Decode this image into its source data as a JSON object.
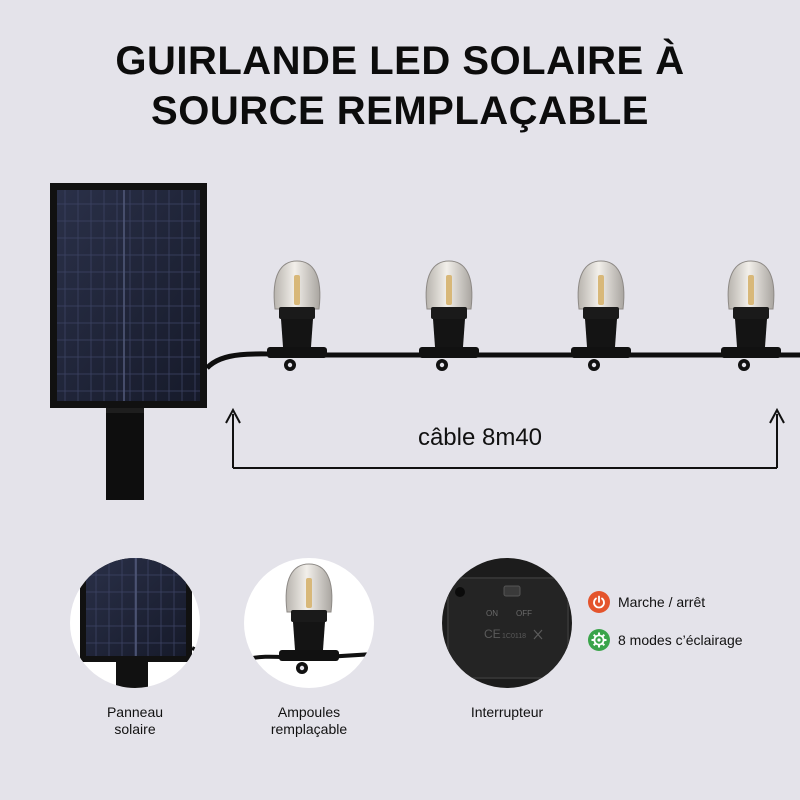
{
  "title": {
    "line1": "GUIRLANDE LED SOLAIRE À",
    "line2": "SOURCE REMPLAÇABLE"
  },
  "cable": {
    "label": "câble 8m40"
  },
  "details": [
    {
      "caption_line1": "Panneau",
      "caption_line2": "solaire"
    },
    {
      "caption_line1": "Ampoules",
      "caption_line2": "remplaçable"
    },
    {
      "caption_line1": "Interrupteur",
      "caption_line2": ""
    }
  ],
  "switch_marks": {
    "on": "ON",
    "off": "OFF",
    "ce": "CE",
    "cert": "1C0118"
  },
  "features": [
    {
      "label": "Marche / arrêt",
      "icon": "power-icon",
      "color": "#e4542c"
    },
    {
      "label": "8 modes c’éclairage",
      "icon": "gear-icon",
      "color": "#3aa44a"
    }
  ]
}
